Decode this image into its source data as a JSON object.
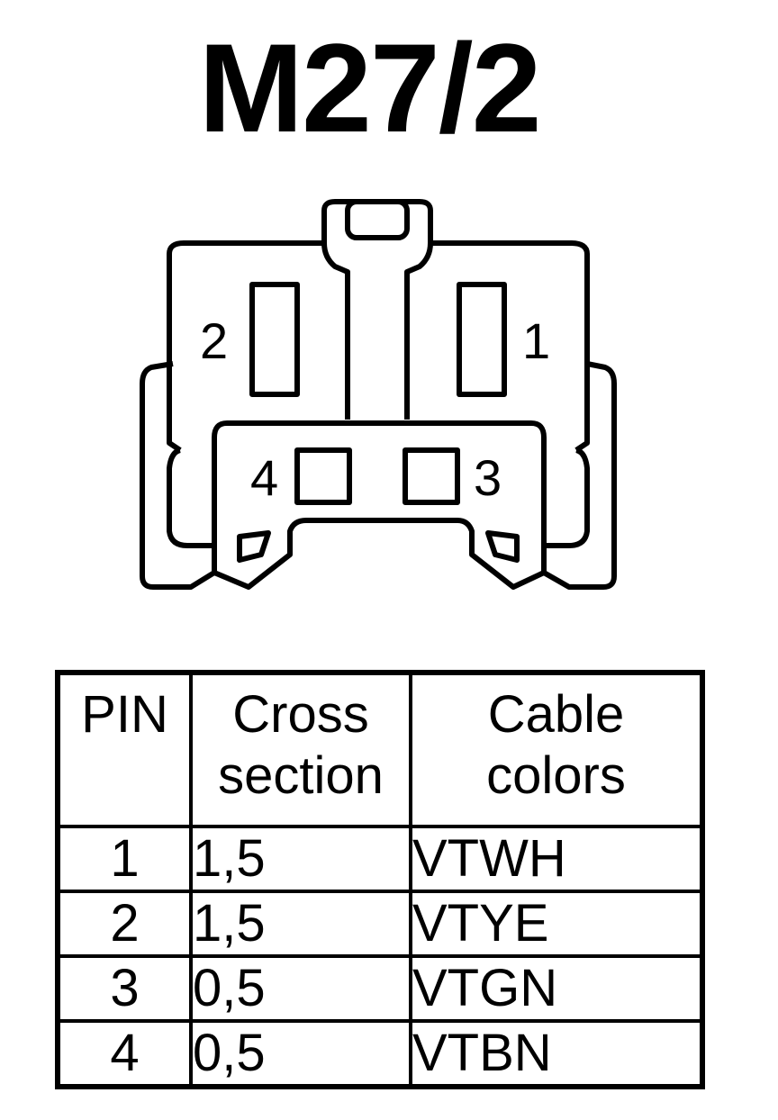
{
  "title": "M27/2",
  "connector": {
    "pin_labels": [
      "1",
      "2",
      "3",
      "4"
    ]
  },
  "table": {
    "headers": {
      "pin": "PIN",
      "cross_section": [
        "Cross",
        "section"
      ],
      "cable_colors": [
        "Cable",
        "colors"
      ]
    },
    "rows": [
      {
        "pin": "1",
        "cross_section": "1,5",
        "cable_color": "VTWH"
      },
      {
        "pin": "2",
        "cross_section": "1,5",
        "cable_color": "VTYE"
      },
      {
        "pin": "3",
        "cross_section": "0,5",
        "cable_color": "VTGN"
      },
      {
        "pin": "4",
        "cross_section": "0,5",
        "cable_color": "VTBN"
      }
    ]
  },
  "colors": {
    "line": "#000000",
    "background": "#ffffff"
  }
}
